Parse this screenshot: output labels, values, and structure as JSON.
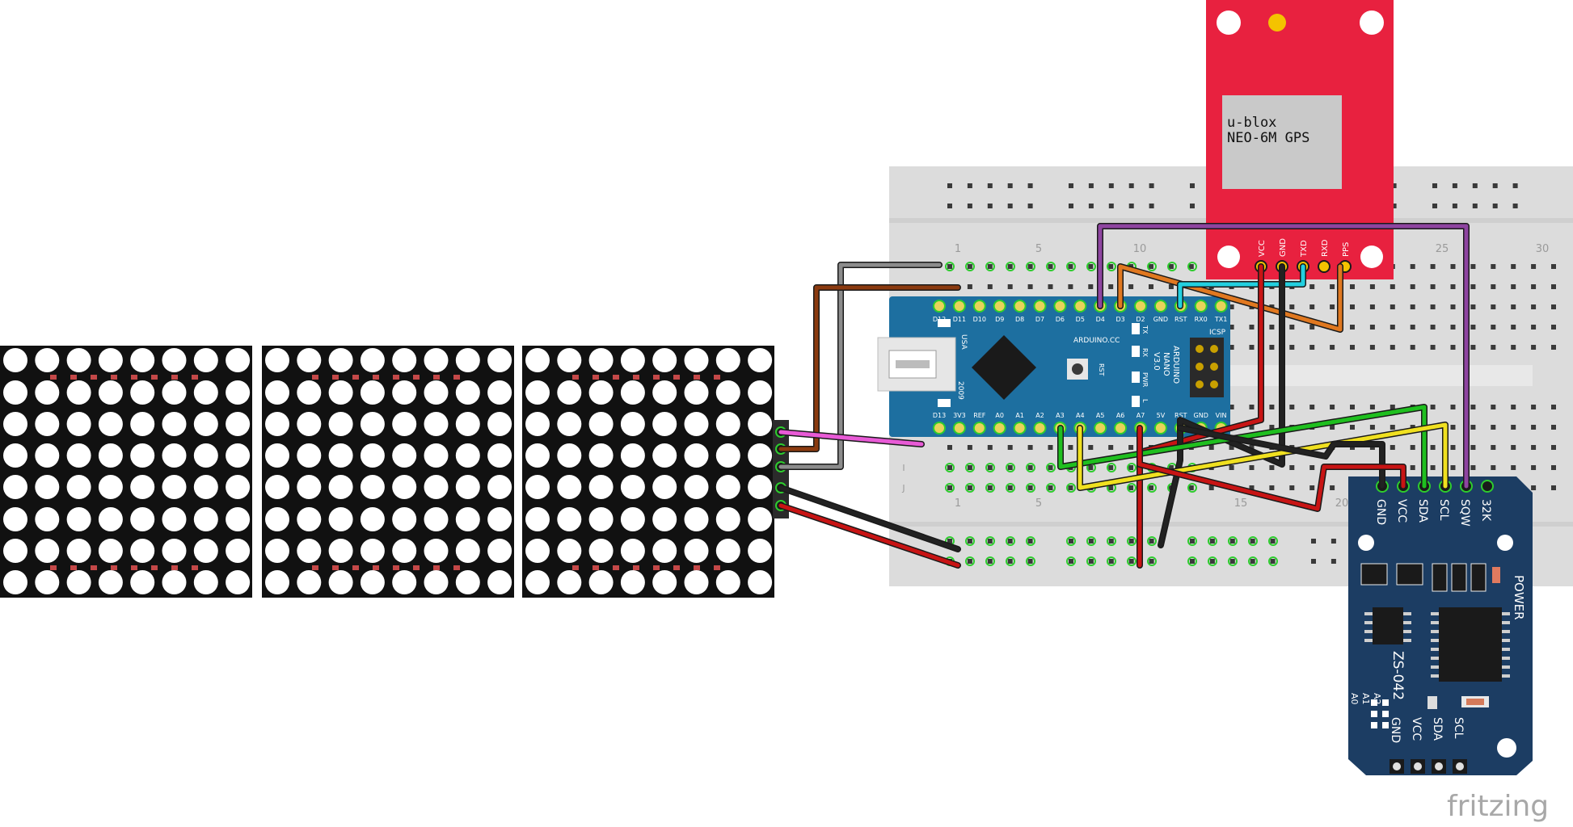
{
  "breadboard": {
    "column_numbers_top": [
      "1",
      "5",
      "10",
      "25",
      "30"
    ],
    "column_numbers_bottom": [
      "1",
      "5",
      "15",
      "20"
    ],
    "row_letters": [
      "I",
      "J"
    ]
  },
  "gps": {
    "title_line1": "u-blox",
    "title_line2": "NEO-6M GPS",
    "pins": [
      "VCC",
      "GND",
      "TXD",
      "RXD",
      "PPS"
    ],
    "board_color": "#e8213f"
  },
  "nano": {
    "top_pins": [
      "D12",
      "D11",
      "D10",
      "D9",
      "D8",
      "D7",
      "D6",
      "D5",
      "D4",
      "D3",
      "D2",
      "GND",
      "RST",
      "RX0",
      "TX1"
    ],
    "bottom_pins": [
      "D13",
      "3V3",
      "REF",
      "A0",
      "A1",
      "A2",
      "A3",
      "A4",
      "A5",
      "A6",
      "A7",
      "5V",
      "RST",
      "GND",
      "VIN"
    ],
    "brand": "ARDUINO.CC",
    "model_line1": "ARDUINO",
    "model_line2": "NANO",
    "model_line3": "V3.0",
    "usa": "USA",
    "year": "2009",
    "rst": "RST",
    "icsp": "ICSP",
    "led_labels": [
      "TX",
      "RX",
      "PWR",
      "L"
    ],
    "board_color": "#1d6fa0"
  },
  "rtc": {
    "top_pins": [
      "GND",
      "VCC",
      "SDA",
      "SCL",
      "SQW",
      "32K"
    ],
    "model": "ZS-042",
    "power": "POWER",
    "bottom_pins": [
      "SCL",
      "SDA",
      "VCC",
      "GND"
    ],
    "addr_pins": [
      "A0",
      "A1",
      "A2"
    ],
    "board_color": "#1c3d63"
  },
  "matrix": {
    "modules": 3,
    "rows": 8,
    "cols": 8
  },
  "wire_colors": {
    "gray": "#8c8c8c",
    "brown": "#8b3a0f",
    "pink": "#e85ad6",
    "black": "#222222",
    "red": "#c81414",
    "green": "#1fbf1f",
    "yellow": "#f0e020",
    "purple": "#8e44a0",
    "orange": "#e07820",
    "cyan": "#22d0e0"
  },
  "watermark": "fritzing"
}
